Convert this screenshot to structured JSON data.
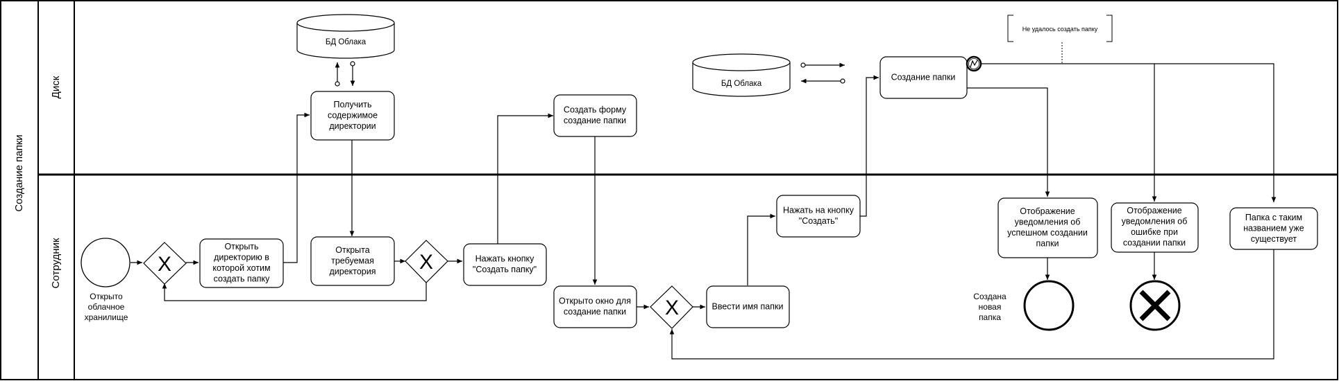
{
  "pool": {
    "title": "Создание папки"
  },
  "lanes": [
    {
      "id": "disk",
      "title": "Диск"
    },
    {
      "id": "employee",
      "title": "Сотрудник"
    }
  ],
  "tasks": {
    "get_contents": [
      "Получить",
      "содержимое",
      "директории"
    ],
    "create_form": [
      "Создать форму",
      "создание папки"
    ],
    "create_folder": [
      "Создание папки"
    ],
    "open_dir": [
      "Открыть",
      "директорию в",
      "которой хотим",
      "создать папку"
    ],
    "dir_opened": [
      "Открыта",
      "требуемая",
      "директория"
    ],
    "press_create_folder": [
      "Нажать кнопку",
      "\"Создать папку\""
    ],
    "window_opened": [
      "Открыто окно для",
      "создание папки"
    ],
    "enter_name": [
      "Ввести имя папки"
    ],
    "press_create": [
      "Нажать на кнопку",
      "\"Создать\""
    ],
    "notify_success": [
      "Отображение",
      "уведомления об",
      "успешном создании",
      "папки"
    ],
    "notify_error": [
      "Отображение",
      "уведомления об",
      "ошибке при",
      "создании папки"
    ],
    "already_exists": [
      "Папка с таким",
      "названием уже",
      "существует"
    ]
  },
  "datastores": {
    "cloud_db_1": "БД Облака",
    "cloud_db_2": "БД Облака"
  },
  "events": {
    "start": [
      "Открыто",
      "облачное",
      "хранилище"
    ],
    "end_created": [
      "Создана",
      "новая",
      "папка"
    ]
  },
  "annotation": "Не удалось создать папку",
  "gateway_symbol": "X",
  "colors": {
    "stroke": "#000000",
    "background": "#ffffff"
  }
}
